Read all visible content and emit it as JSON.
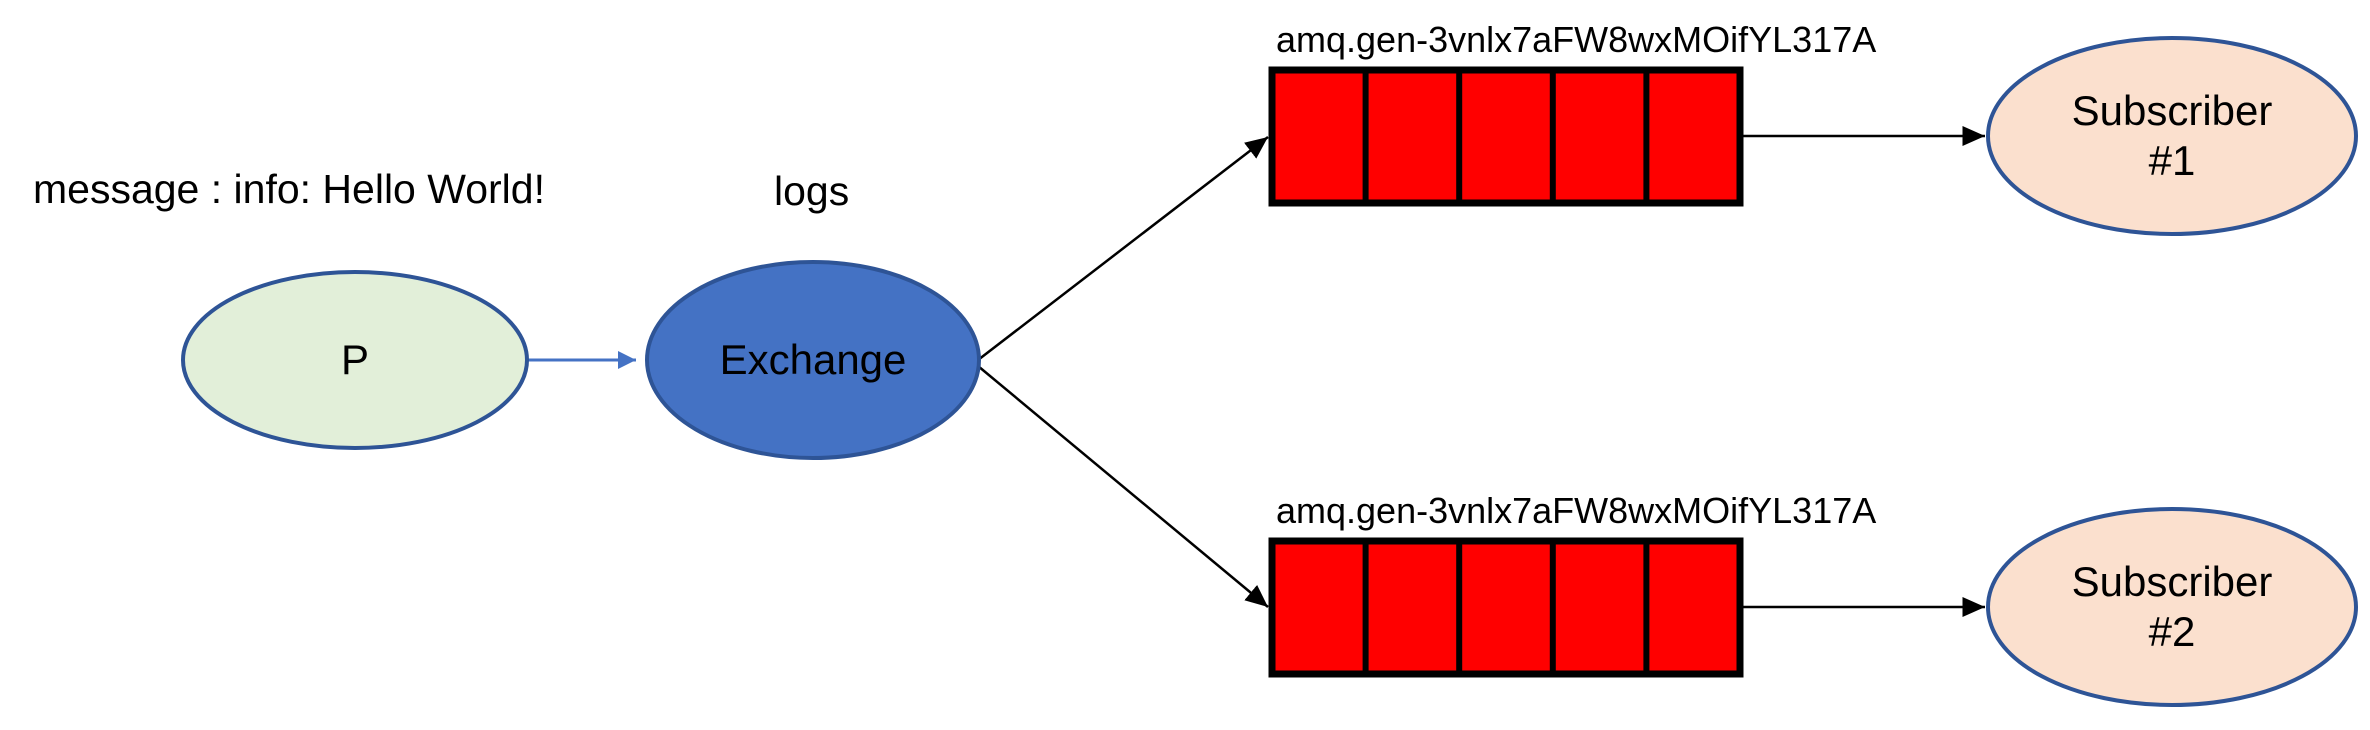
{
  "diagram": {
    "title": "RabbitMQ Publish/Subscribe (fanout) topology",
    "background_color": "#FFFFFF",
    "colors": {
      "producer_fill": "#E2EFD9",
      "producer_stroke": "#2E5496",
      "exchange_fill": "#4472C4",
      "exchange_stroke": "#2E5496",
      "subscriber_fill": "#FBE0CE",
      "subscriber_stroke": "#2E5496",
      "queue_fill": "#FF0000",
      "queue_stroke": "#000000",
      "arrow_black": "#000000",
      "arrow_blue": "#4472C4",
      "text": "#000000"
    }
  },
  "labels": {
    "message": "message : info: Hello World!",
    "exchange_name": "logs"
  },
  "nodes": {
    "producer": {
      "label": "P"
    },
    "exchange": {
      "label": "Exchange"
    },
    "subscriber_1": {
      "label": "Subscriber\n#1"
    },
    "subscriber_2": {
      "label": "Subscriber\n#2"
    }
  },
  "queues": [
    {
      "name": "amq.gen-3vnlx7aFW8wxMOifYL317A",
      "segments": 5,
      "position": "top"
    },
    {
      "name": "amq.gen-3vnlx7aFW8wxMOifYL317A",
      "segments": 5,
      "position": "bottom"
    }
  ],
  "edges": [
    {
      "from": "producer",
      "to": "exchange",
      "color": "#4472C4"
    },
    {
      "from": "exchange",
      "to": "queue_top",
      "color": "#000000"
    },
    {
      "from": "exchange",
      "to": "queue_bottom",
      "color": "#000000"
    },
    {
      "from": "queue_top",
      "to": "subscriber_1",
      "color": "#000000"
    },
    {
      "from": "queue_bottom",
      "to": "subscriber_2",
      "color": "#000000"
    }
  ]
}
